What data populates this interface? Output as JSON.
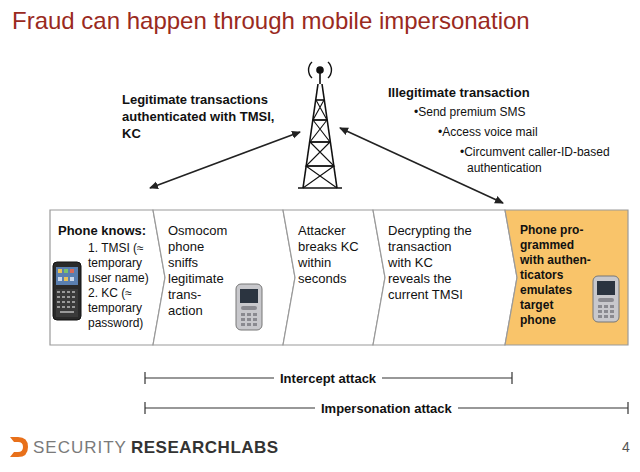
{
  "diagram": {
    "title": "Fraud can happen through mobile impersonation",
    "nodes": [
      {
        "text": [
          "Phone knows:",
          "1. TMSI (≈ temporary user name)",
          "2. KC (≈ temporary password)"
        ]
      },
      {
        "text": [
          "Osmocom phone sniffs legitimate trans-action"
        ]
      },
      {
        "text": [
          "Attacker breaks KC within seconds"
        ]
      },
      {
        "text": [
          "Decrypting the transaction with KC reveals the current TMSI"
        ]
      },
      {
        "text": [
          "Phone pro-grammed with authen-ticators emulates target phone"
        ]
      }
    ],
    "labels": [
      "Legitimate transactions authenticated with TMSI, KC",
      "Illegitimate transaction",
      "•Send premium SMS",
      "•Access voice mail",
      "•Circumvent caller-ID-based authentication",
      "Intercept attack",
      "Impersonation attack",
      "SECURITY",
      "RESEARCHLABS",
      "4"
    ]
  }
}
